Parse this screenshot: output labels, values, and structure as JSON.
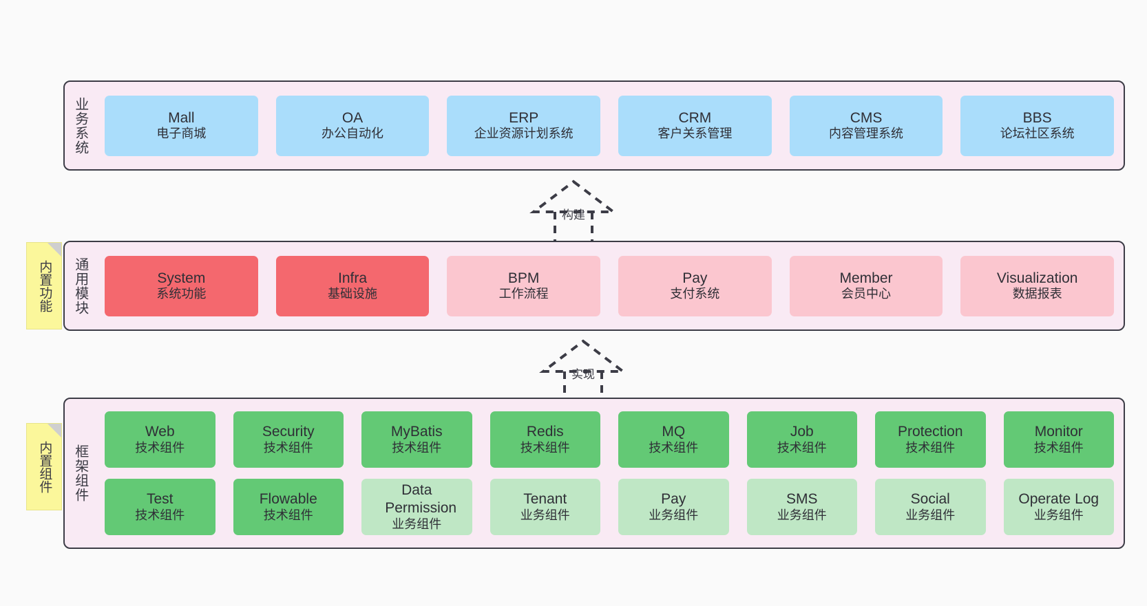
{
  "diagram": {
    "background": "#fafafa",
    "layer_bg": "#f9eaf4",
    "layer_border": "#3c3c46",
    "note_bg": "#fbf79b"
  },
  "notes": [
    {
      "label": "内置功能",
      "name": "note-builtin-features"
    },
    {
      "label": "内置组件",
      "name": "note-builtin-components"
    }
  ],
  "connectors": [
    {
      "label": "构建",
      "name": "connector-build"
    },
    {
      "label": "实现",
      "name": "connector-implement"
    }
  ],
  "layers": [
    {
      "id": "business-systems",
      "title": "业务系统",
      "color": "#aaddfb",
      "cards": [
        {
          "title": "Mall",
          "subtitle": "电子商城",
          "color": "#aaddfb"
        },
        {
          "title": "OA",
          "subtitle": "办公自动化",
          "color": "#aaddfb"
        },
        {
          "title": "ERP",
          "subtitle": "企业资源计划系统",
          "color": "#aaddfb"
        },
        {
          "title": "CRM",
          "subtitle": "客户关系管理",
          "color": "#aaddfb"
        },
        {
          "title": "CMS",
          "subtitle": "内容管理系统",
          "color": "#aaddfb"
        },
        {
          "title": "BBS",
          "subtitle": "论坛社区系统",
          "color": "#aaddfb"
        }
      ]
    },
    {
      "id": "common-modules",
      "title": "通用模块",
      "cards": [
        {
          "title": "System",
          "subtitle": "系统功能",
          "color": "#f4686e"
        },
        {
          "title": "Infra",
          "subtitle": "基础设施",
          "color": "#f4686e"
        },
        {
          "title": "BPM",
          "subtitle": "工作流程",
          "color": "#fbc6cf"
        },
        {
          "title": "Pay",
          "subtitle": "支付系统",
          "color": "#fbc6cf"
        },
        {
          "title": "Member",
          "subtitle": "会员中心",
          "color": "#fbc6cf"
        },
        {
          "title": "Visualization",
          "subtitle": "数据报表",
          "color": "#fbc6cf"
        }
      ]
    },
    {
      "id": "framework-components",
      "title": "框架组件",
      "rows": [
        [
          {
            "title": "Web",
            "subtitle": "技术组件",
            "color": "#63c975"
          },
          {
            "title": "Security",
            "subtitle": "技术组件",
            "color": "#63c975"
          },
          {
            "title": "MyBatis",
            "subtitle": "技术组件",
            "color": "#63c975"
          },
          {
            "title": "Redis",
            "subtitle": "技术组件",
            "color": "#63c975"
          },
          {
            "title": "MQ",
            "subtitle": "技术组件",
            "color": "#63c975"
          },
          {
            "title": "Job",
            "subtitle": "技术组件",
            "color": "#63c975"
          },
          {
            "title": "Protection",
            "subtitle": "技术组件",
            "color": "#63c975"
          },
          {
            "title": "Monitor",
            "subtitle": "技术组件",
            "color": "#63c975"
          }
        ],
        [
          {
            "title": "Test",
            "subtitle": "技术组件",
            "color": "#63c975"
          },
          {
            "title": "Flowable",
            "subtitle": "技术组件",
            "color": "#63c975"
          },
          {
            "title": "Data Permission",
            "subtitle": "业务组件",
            "color": "#bfe7c5"
          },
          {
            "title": "Tenant",
            "subtitle": "业务组件",
            "color": "#bfe7c5"
          },
          {
            "title": "Pay",
            "subtitle": "业务组件",
            "color": "#bfe7c5"
          },
          {
            "title": "SMS",
            "subtitle": "业务组件",
            "color": "#bfe7c5"
          },
          {
            "title": "Social",
            "subtitle": "业务组件",
            "color": "#bfe7c5"
          },
          {
            "title": "Operate Log",
            "subtitle": "业务组件",
            "color": "#bfe7c5"
          }
        ]
      ]
    }
  ]
}
